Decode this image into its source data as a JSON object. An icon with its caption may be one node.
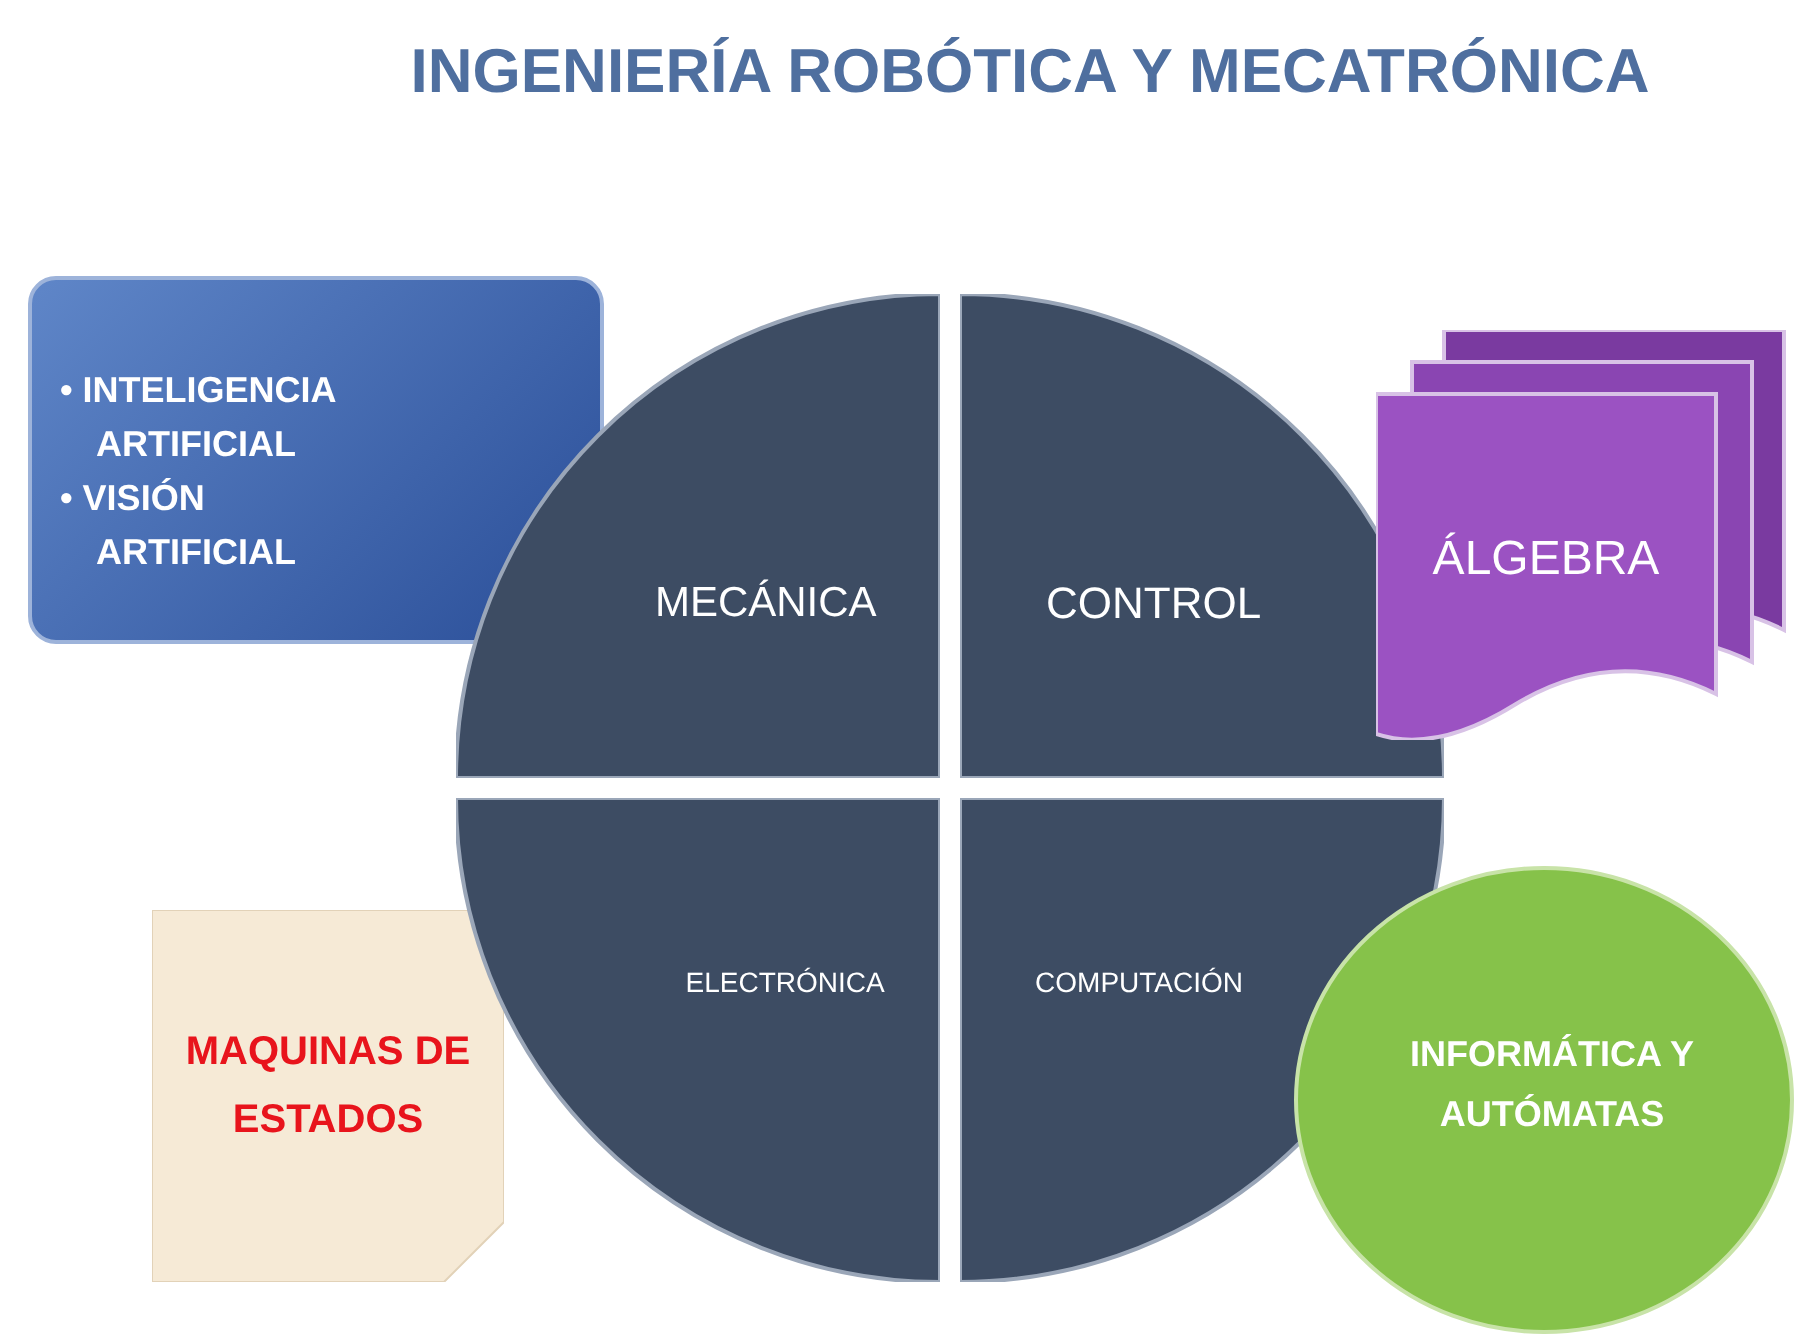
{
  "diagram": {
    "title": "INGENIERÍA ROBÓTICA Y MECATRÓNICA",
    "nodes": [
      {
        "text": [
          "• INTELIGENCIA ARTIFICIAL",
          "• VISIÓN ARTIFICIAL"
        ]
      },
      {
        "text": [
          "MECÁNICA"
        ]
      },
      {
        "text": [
          "CONTROL"
        ]
      },
      {
        "text": [
          "ÁLGEBRA"
        ]
      },
      {
        "text": [
          "MAQUINAS DE ESTADOS"
        ]
      },
      {
        "text": [
          "ELECTRÓNICA"
        ]
      },
      {
        "text": [
          "COMPUTACIÓN"
        ]
      },
      {
        "text": [
          "INFORMÁTICA Y AUTÓMATAS"
        ]
      }
    ]
  }
}
